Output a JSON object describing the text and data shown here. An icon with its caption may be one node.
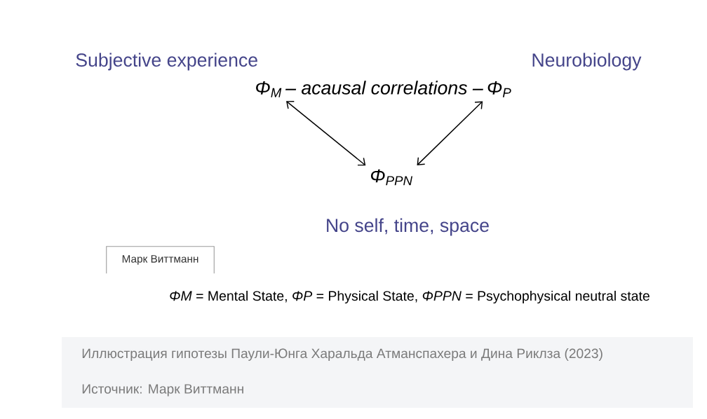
{
  "diagram": {
    "caption": "Иллюстрация гипотезы Паули-Юнга Харальда Атманспахера и Дина Риклза (2023)",
    "nodes": [
      {
        "text": [
          "Φ$_{M}$"
        ]
      },
      {
        "text": [
          "Φ$_{P}$"
        ]
      },
      {
        "text": [
          "Φ$_{PPN}$"
        ]
      },
      {
        "text": [
          "Марк Виттманн"
        ]
      }
    ],
    "edges": [
      {
        "from": 0,
        "to": 2,
        "arrow": "both"
      },
      {
        "from": 1,
        "to": 2,
        "arrow": "both"
      }
    ],
    "labels": [
      "Subjective experience",
      "Neurobiology",
      "– acausal correlations –",
      "No self, time, space",
      "*ΦM* = Mental State, *ΦP* = Physical State, *ΦPPN* = Psychophysical neutral state",
      "Источник: Марк Виттманн"
    ]
  }
}
